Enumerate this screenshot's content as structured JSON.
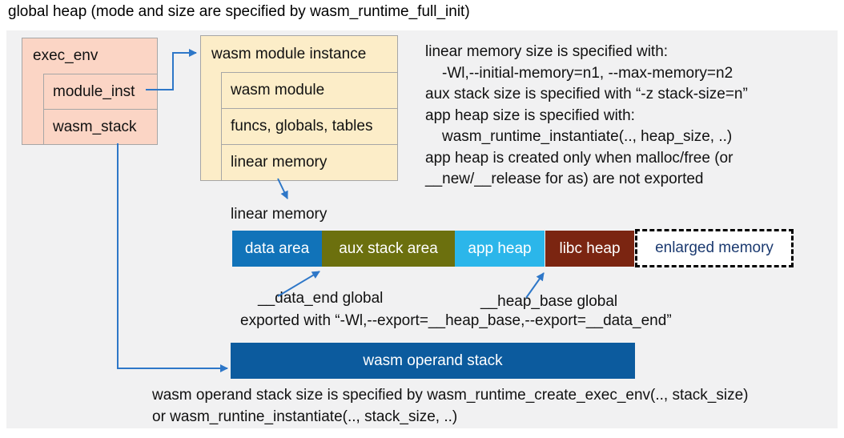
{
  "title": "global heap (mode and size are specified by wasm_runtime_full_init)",
  "exec_env": {
    "header": "exec_env",
    "rows": [
      {
        "label": "module_inst"
      },
      {
        "label": "wasm_stack"
      }
    ]
  },
  "module_instance": {
    "header": "wasm module instance",
    "rows": [
      {
        "label": "wasm module"
      },
      {
        "label": "funcs, globals, tables"
      },
      {
        "label": "linear memory"
      }
    ]
  },
  "notes": {
    "lines": [
      {
        "text": "linear memory size is specified with:"
      },
      {
        "text": "-Wl,--initial-memory=n1, --max-memory=n2"
      },
      {
        "text": "aux stack size is specified with “-z stack-size=n”"
      },
      {
        "text": "app heap size is specified with:"
      },
      {
        "text": "wasm_runtime_instantiate(.., heap_size, ..)"
      },
      {
        "text": "app heap is created only when malloc/free (or"
      },
      {
        "text": "__new/__release for as) are not exported"
      }
    ]
  },
  "linear_memory": {
    "label": "linear memory",
    "segments": [
      {
        "label": "data area",
        "color": "#1173b9",
        "text_color": "#ffffff"
      },
      {
        "label": "aux stack area",
        "color": "#6c700e",
        "text_color": "#ffffff"
      },
      {
        "label": "app heap",
        "color": "#2bb6ea",
        "text_color": "#ffffff"
      },
      {
        "label": "libc heap",
        "color": "#7b2511",
        "text_color": "#ffffff"
      },
      {
        "label": "enlarged memory",
        "color": "#ffffff",
        "text_color": "#1b3a70"
      }
    ],
    "data_end_label": "__data_end global",
    "heap_base_label": "__heap_base global",
    "export_note": "exported with “-Wl,--export=__heap_base,--export=__data_end”"
  },
  "operand_stack": {
    "label": "wasm operand stack",
    "note_line1": "wasm operand stack size is specified by wasm_runtime_create_exec_env(.., stack_size)",
    "note_line2": "or wasm_runtine_instantiate(.., stack_size, ..)"
  },
  "colors": {
    "arrow": "#2e77c8",
    "panel_background": "#f1f1f2",
    "exec_env_fill": "#fbd5c5",
    "module_instance_fill": "#fcedc8",
    "operand_stack_fill": "#0c5b9e",
    "box_border": "#a6a6a6"
  }
}
